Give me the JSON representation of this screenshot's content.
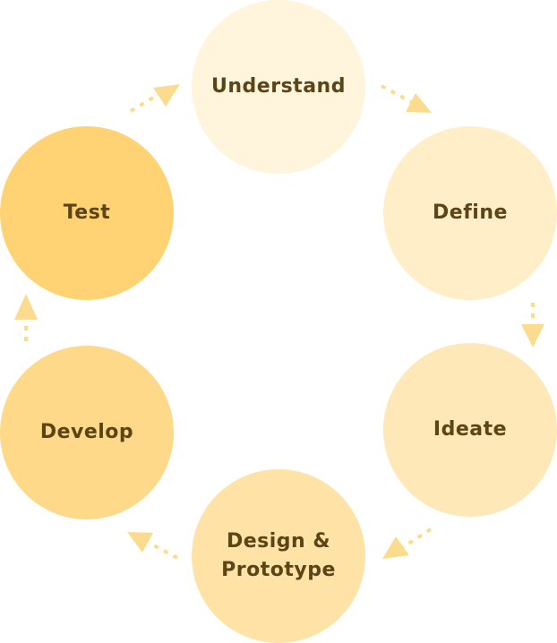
{
  "nodes": [
    {
      "id": "understand",
      "label": "Understand",
      "color": "#fff4dc"
    },
    {
      "id": "define",
      "label": "Define",
      "color": "#ffeec8"
    },
    {
      "id": "ideate",
      "label": "Ideate",
      "color": "#ffe8b8"
    },
    {
      "id": "design",
      "label": "Design &\nPrototype",
      "color": "#ffe3a6"
    },
    {
      "id": "develop",
      "label": "Develop",
      "color": "#ffd98a"
    },
    {
      "id": "test",
      "label": "Test",
      "color": "#ffd374"
    }
  ],
  "colors": {
    "text": "#5b4416",
    "arrow": "#fbdc8f"
  }
}
